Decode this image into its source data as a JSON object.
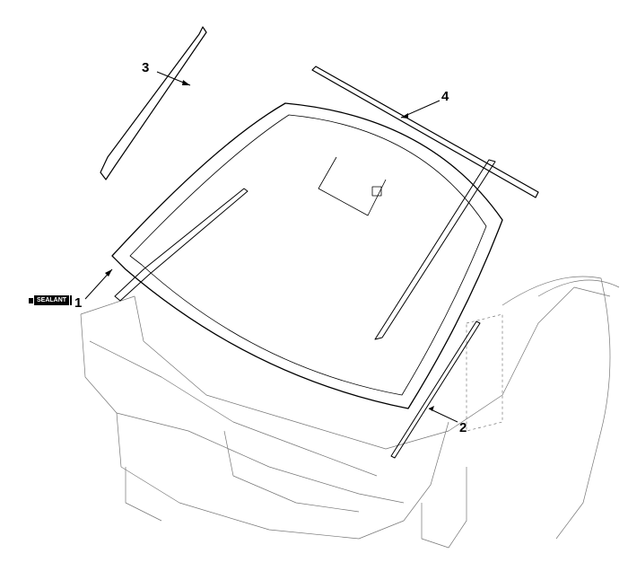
{
  "callouts": [
    {
      "id": "1",
      "label": "1"
    },
    {
      "id": "2",
      "label": "2"
    },
    {
      "id": "3",
      "label": "3"
    },
    {
      "id": "4",
      "label": "4"
    }
  ],
  "sealant_badge": {
    "label": "SEALANT"
  }
}
